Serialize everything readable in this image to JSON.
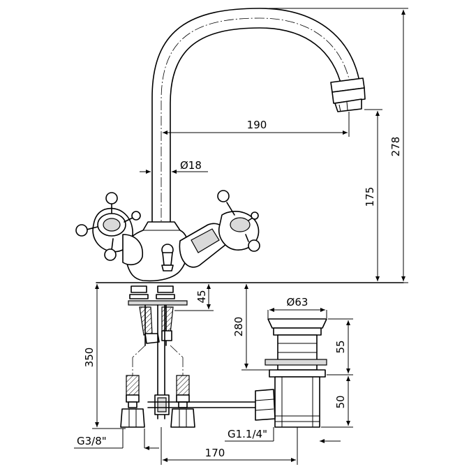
{
  "dimensions": {
    "spout_reach": "190",
    "total_height": "278",
    "spout_height": "175",
    "pipe_diameter": "Ø18",
    "deck_thickness": "45",
    "hose_length": "350",
    "waste_length": "280",
    "waste_diameter": "Ø63",
    "waste_upper": "55",
    "waste_lower": "50",
    "inlet_thread": "G3/8\"",
    "waste_thread": "G1.1/4\"",
    "rod_length": "170"
  },
  "colors": {
    "line": "#000000",
    "background": "#ffffff",
    "fill": "#d9d9d9"
  }
}
